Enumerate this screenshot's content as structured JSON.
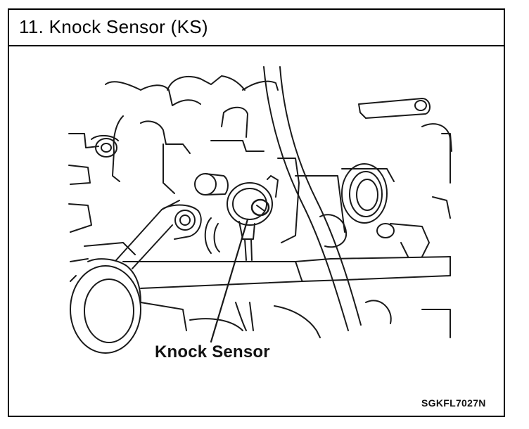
{
  "header": {
    "title": "11.  Knock Sensor (KS)"
  },
  "diagram": {
    "callout_label": "Knock Sensor",
    "figure_code": "SGKFL7027N"
  }
}
